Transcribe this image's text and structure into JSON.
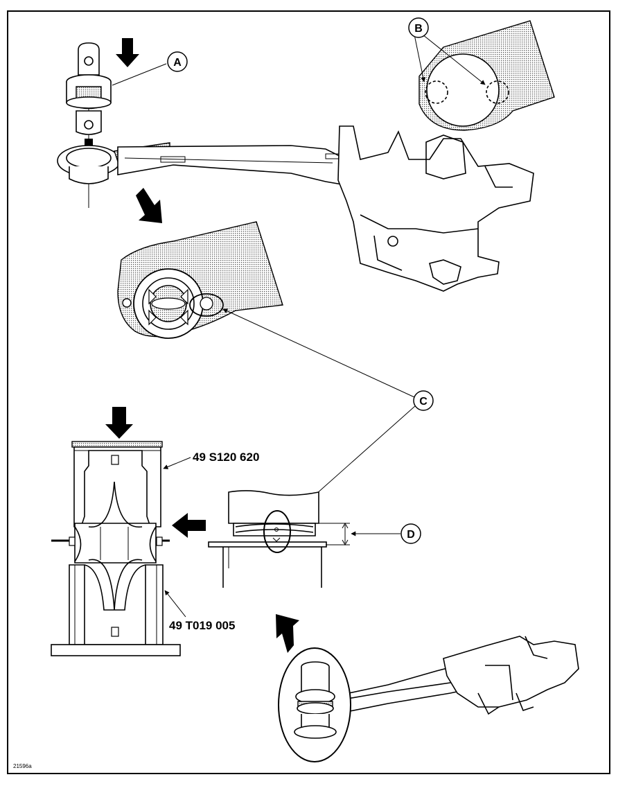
{
  "callouts": {
    "a": "A",
    "b": "B",
    "c": "C",
    "d": "D"
  },
  "tools": {
    "upper": "49 S120 620",
    "lower": "49 T019 005"
  },
  "figure_code": "21596a"
}
